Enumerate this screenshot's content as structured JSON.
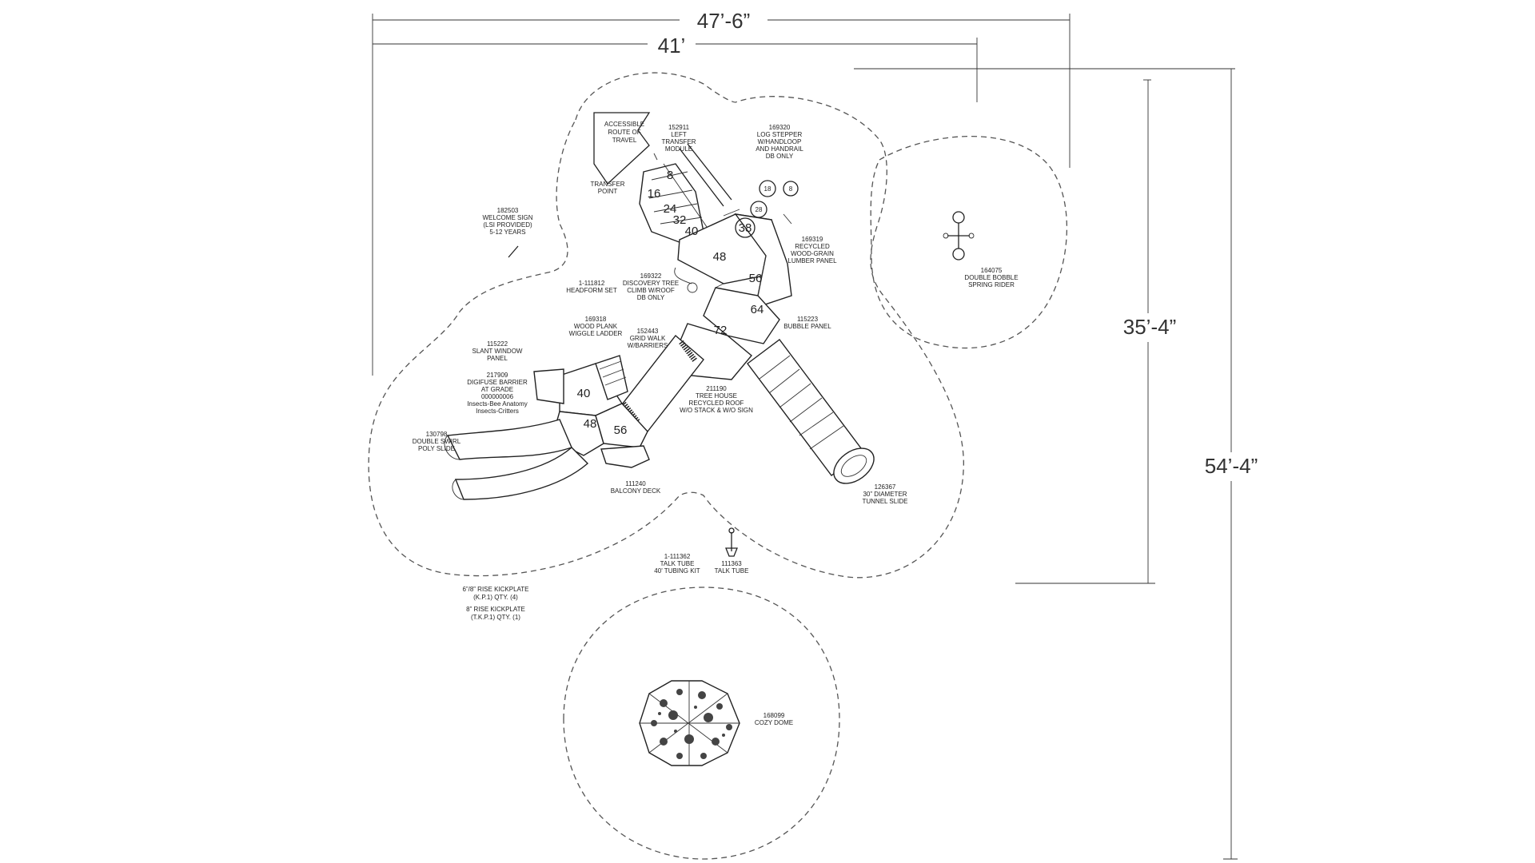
{
  "dimensions": {
    "overall_width": "47’-6”",
    "inner_width": "41’",
    "partial_height": "35’-4”",
    "overall_height": "54’-4”"
  },
  "labels": {
    "accessible_route": [
      "ACCESSIBLE",
      "ROUTE OF",
      "TRAVEL"
    ],
    "transfer_module": [
      "152911",
      "LEFT",
      "TRANSFER",
      "MODULE"
    ],
    "log_stepper": [
      "169320",
      "LOG STEPPER",
      "W/HANDLOOP",
      "AND HANDRAIL",
      "DB ONLY"
    ],
    "transfer_point": [
      "TRANSFER",
      "POINT"
    ],
    "welcome_sign": [
      "182503",
      "WELCOME SIGN",
      "(LSI PROVIDED)",
      "5-12 YEARS"
    ],
    "lumber_panel": [
      "169319",
      "RECYCLED",
      "WOOD-GRAIN",
      "LUMBER PANEL"
    ],
    "spring_rider": [
      "164075",
      "DOUBLE BOBBLE",
      "SPRING RIDER"
    ],
    "headform": [
      "1-111812",
      "HEADFORM SET"
    ],
    "discovery_tree": [
      "169322",
      "DISCOVERY TREE",
      "CLIMB W/ROOF",
      "DB ONLY"
    ],
    "bubble_panel": [
      "115223",
      "BUBBLE PANEL"
    ],
    "wiggle_ladder": [
      "169318",
      "WOOD PLANK",
      "WIGGLE LADDER"
    ],
    "grid_walk": [
      "152443",
      "GRID WALK",
      "W/BARRIERS"
    ],
    "slant_window": [
      "115222",
      "SLANT WINDOW",
      "PANEL"
    ],
    "diffuse_barrier": [
      "217909",
      "DIGIFUSE BARRIER",
      "AT GRADE",
      "000000006",
      "Insects-Bee Anatomy",
      "Insects-Critters"
    ],
    "tree_house_roof": [
      "211190",
      "TREE HOUSE",
      "RECYCLED ROOF",
      "W/O STACK & W/O SIGN"
    ],
    "swirl_slide": [
      "130798",
      "DOUBLE SWIRL",
      "POLY SLIDE"
    ],
    "balcony_deck": [
      "111240",
      "BALCONY DECK"
    ],
    "tunnel_slide": [
      "126367",
      "30” DIAMETER",
      "TUNNEL SLIDE"
    ],
    "talk_tube_kit": [
      "1-111362",
      "TALK TUBE",
      "40' TUBING KIT"
    ],
    "talk_tube": [
      "111363",
      "TALK TUBE"
    ],
    "kickplate_notes": [
      "6”/8” RISE KICKPLATE",
      "(K.P.1) QTY. (4)",
      "8” RISE KICKPLATE",
      "(T.K.P.1) QTY. (1)"
    ],
    "cozy_dome": [
      "168099",
      "COZY DOME"
    ]
  },
  "deck_heights": {
    "transfer_8": "8",
    "transfer_16": "16",
    "transfer_24": "24",
    "transfer_32": "32",
    "transfer_40": "40",
    "deck_48_top": "48",
    "deck_56_top": "56",
    "deck_64": "64",
    "deck_72": "72",
    "deck_40_left": "40",
    "deck_48_left": "48",
    "deck_56_left": "56",
    "stepper_18": "18",
    "stepper_8": "8",
    "stepper_28": "28",
    "stepper_38": "38"
  }
}
